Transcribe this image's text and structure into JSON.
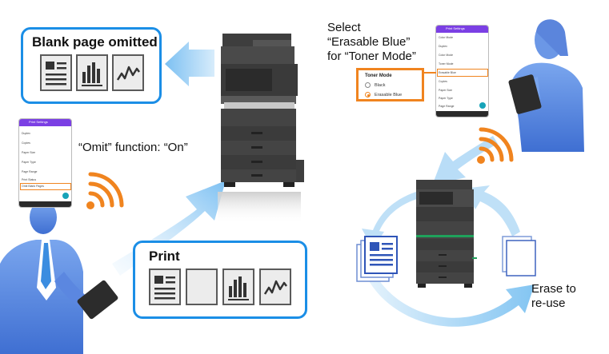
{
  "left": {
    "callout_top": {
      "title": "Blank page omitted"
    },
    "omit_label": "“Omit” function: “On”",
    "callout_bottom": {
      "title": "Print"
    },
    "phone": {
      "header": "Print Settings",
      "items": [
        "Duplex",
        "Copies",
        "Paper Size",
        "Paper Type",
        "Page Range",
        "Print Status",
        "Omit Blank Pages"
      ]
    }
  },
  "right": {
    "select_label": [
      "Select",
      "“Erasable Blue”",
      "for “Toner Mode”"
    ],
    "phone": {
      "header": "Print Settings",
      "items": [
        "Color Mode",
        "Duplex",
        "Color Mode",
        "Toner Mode",
        "Erasable Blue",
        "Copies",
        "Paper Size",
        "Paper Type",
        "Page Range"
      ]
    },
    "popup": {
      "title": "Toner Mode",
      "options": [
        {
          "label": "Black",
          "selected": false
        },
        {
          "label": "Erasable Blue",
          "selected": true
        }
      ]
    },
    "erase_label": [
      "Erase to",
      "re-use"
    ]
  },
  "colors": {
    "accent_blue": "#1b8ee6",
    "accent_orange": "#f0841f",
    "arrow_light_blue": "#a9d6f5",
    "person_blue": "#4e7bd8",
    "erasable_text_blue": "#2f55b8",
    "phone_header_purple": "#7b3fe4"
  },
  "icons": [
    "arrow-icon",
    "wifi-signal-icon",
    "printer-icon",
    "person-icon",
    "tablet-icon",
    "document-icon"
  ]
}
